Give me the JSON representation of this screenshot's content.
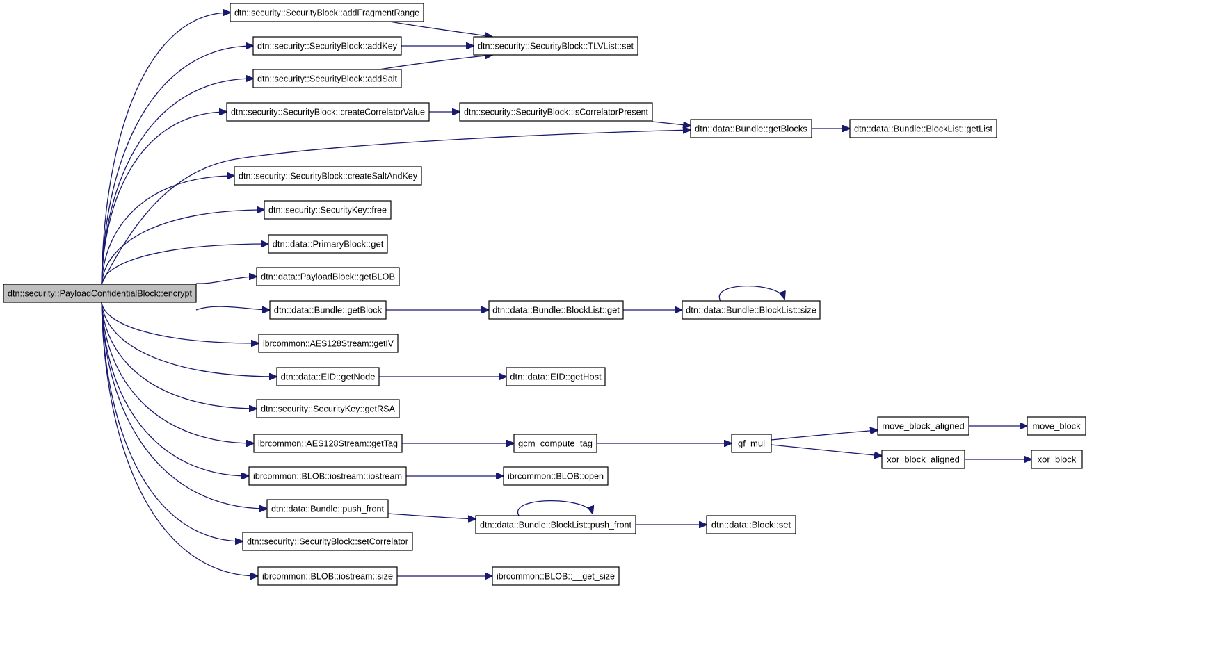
{
  "diagram": {
    "style": {
      "edge_color": "#191970",
      "node_fill": "#ffffff",
      "root_fill": "#bfbfbf",
      "border_color": "#000000"
    },
    "nodes": [
      {
        "id": "encrypt",
        "label": "dtn::security::PayloadConfidentialBlock::encrypt",
        "root": true
      },
      {
        "id": "addFragmentRange",
        "label": "dtn::security::SecurityBlock::addFragmentRange"
      },
      {
        "id": "addKey",
        "label": "dtn::security::SecurityBlock::addKey"
      },
      {
        "id": "addSalt",
        "label": "dtn::security::SecurityBlock::addSalt"
      },
      {
        "id": "createCorrelatorValue",
        "label": "dtn::security::SecurityBlock::createCorrelatorValue"
      },
      {
        "id": "createSaltAndKey",
        "label": "dtn::security::SecurityBlock::createSaltAndKey"
      },
      {
        "id": "keyFree",
        "label": "dtn::security::SecurityKey::free"
      },
      {
        "id": "primaryGet",
        "label": "dtn::data::PrimaryBlock::get"
      },
      {
        "id": "getBLOB",
        "label": "dtn::data::PayloadBlock::getBLOB"
      },
      {
        "id": "getBlock",
        "label": "dtn::data::Bundle::getBlock"
      },
      {
        "id": "getIV",
        "label": "ibrcommon::AES128Stream::getIV"
      },
      {
        "id": "getNode",
        "label": "dtn::data::EID::getNode"
      },
      {
        "id": "getRSA",
        "label": "dtn::security::SecurityKey::getRSA"
      },
      {
        "id": "getTag",
        "label": "ibrcommon::AES128Stream::getTag"
      },
      {
        "id": "iostream",
        "label": "ibrcommon::BLOB::iostream::iostream"
      },
      {
        "id": "bundlePushFront",
        "label": "dtn::data::Bundle::push_front"
      },
      {
        "id": "setCorrelator",
        "label": "dtn::security::SecurityBlock::setCorrelator"
      },
      {
        "id": "iostreamSize",
        "label": "ibrcommon::BLOB::iostream::size"
      },
      {
        "id": "tlvSet",
        "label": "dtn::security::SecurityBlock::TLVList::set"
      },
      {
        "id": "isCorrelatorPresent",
        "label": "dtn::security::SecurityBlock::isCorrelatorPresent"
      },
      {
        "id": "getBlocks",
        "label": "dtn::data::Bundle::getBlocks"
      },
      {
        "id": "getList",
        "label": "dtn::data::Bundle::BlockList::getList"
      },
      {
        "id": "blockListGet",
        "label": "dtn::data::Bundle::BlockList::get"
      },
      {
        "id": "blockListSize",
        "label": "dtn::data::Bundle::BlockList::size"
      },
      {
        "id": "getHost",
        "label": "dtn::data::EID::getHost"
      },
      {
        "id": "gcmComputeTag",
        "label": "gcm_compute_tag"
      },
      {
        "id": "gfMul",
        "label": "gf_mul"
      },
      {
        "id": "moveBlockAligned",
        "label": "move_block_aligned"
      },
      {
        "id": "moveBlock",
        "label": "move_block"
      },
      {
        "id": "xorBlockAligned",
        "label": "xor_block_aligned"
      },
      {
        "id": "xorBlock",
        "label": "xor_block"
      },
      {
        "id": "blobOpen",
        "label": "ibrcommon::BLOB::open"
      },
      {
        "id": "blockListPushFront",
        "label": "dtn::data::Bundle::BlockList::push_front"
      },
      {
        "id": "blockSet",
        "label": "dtn::data::Block::set"
      },
      {
        "id": "getSize",
        "label": "ibrcommon::BLOB::__get_size"
      }
    ],
    "edges": [
      {
        "from": "encrypt",
        "to": "addFragmentRange"
      },
      {
        "from": "encrypt",
        "to": "addKey"
      },
      {
        "from": "encrypt",
        "to": "addSalt"
      },
      {
        "from": "encrypt",
        "to": "createCorrelatorValue"
      },
      {
        "from": "encrypt",
        "to": "getBlocks"
      },
      {
        "from": "encrypt",
        "to": "createSaltAndKey"
      },
      {
        "from": "encrypt",
        "to": "keyFree"
      },
      {
        "from": "encrypt",
        "to": "primaryGet"
      },
      {
        "from": "encrypt",
        "to": "getBLOB"
      },
      {
        "from": "encrypt",
        "to": "getBlock"
      },
      {
        "from": "encrypt",
        "to": "getIV"
      },
      {
        "from": "encrypt",
        "to": "getNode"
      },
      {
        "from": "encrypt",
        "to": "getRSA"
      },
      {
        "from": "encrypt",
        "to": "getTag"
      },
      {
        "from": "encrypt",
        "to": "iostream"
      },
      {
        "from": "encrypt",
        "to": "bundlePushFront"
      },
      {
        "from": "encrypt",
        "to": "setCorrelator"
      },
      {
        "from": "encrypt",
        "to": "iostreamSize"
      },
      {
        "from": "addFragmentRange",
        "to": "tlvSet"
      },
      {
        "from": "addKey",
        "to": "tlvSet"
      },
      {
        "from": "addSalt",
        "to": "tlvSet"
      },
      {
        "from": "createCorrelatorValue",
        "to": "isCorrelatorPresent"
      },
      {
        "from": "isCorrelatorPresent",
        "to": "getBlocks"
      },
      {
        "from": "getBlocks",
        "to": "getList"
      },
      {
        "from": "getBlock",
        "to": "blockListGet"
      },
      {
        "from": "blockListGet",
        "to": "blockListSize"
      },
      {
        "from": "blockListSize",
        "to": "blockListSize"
      },
      {
        "from": "getNode",
        "to": "getHost"
      },
      {
        "from": "getTag",
        "to": "gcmComputeTag"
      },
      {
        "from": "gcmComputeTag",
        "to": "gfMul"
      },
      {
        "from": "gfMul",
        "to": "moveBlockAligned"
      },
      {
        "from": "gfMul",
        "to": "xorBlockAligned"
      },
      {
        "from": "moveBlockAligned",
        "to": "moveBlock"
      },
      {
        "from": "xorBlockAligned",
        "to": "xorBlock"
      },
      {
        "from": "iostream",
        "to": "blobOpen"
      },
      {
        "from": "bundlePushFront",
        "to": "blockListPushFront"
      },
      {
        "from": "blockListPushFront",
        "to": "blockListPushFront"
      },
      {
        "from": "blockListPushFront",
        "to": "blockSet"
      },
      {
        "from": "iostreamSize",
        "to": "getSize"
      }
    ]
  }
}
